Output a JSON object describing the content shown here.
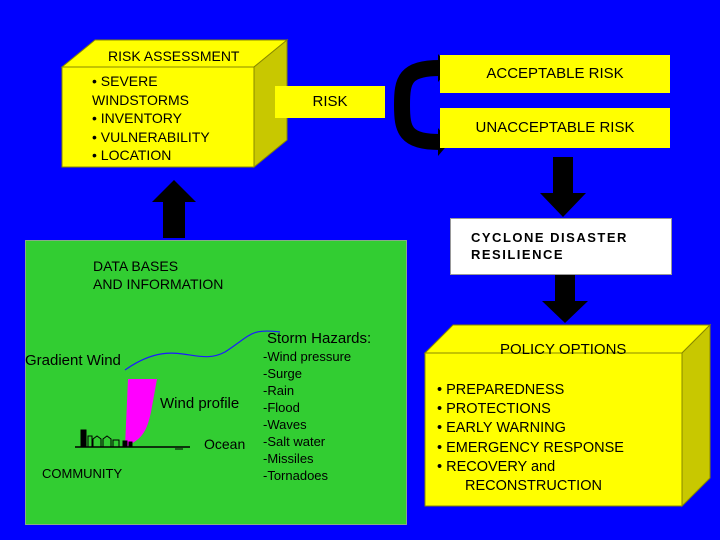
{
  "risk_assessment": {
    "title": "RISK ASSESSMENT",
    "items": [
      "• SEVERE",
      "WINDSTORMS",
      "• INVENTORY",
      "• VULNERABILITY",
      "• LOCATION"
    ]
  },
  "risk": {
    "label": "RISK"
  },
  "acceptable": {
    "label": "ACCEPTABLE RISK"
  },
  "unacceptable": {
    "label": "UNACCEPTABLE RISK"
  },
  "resilience": {
    "lines": [
      "CYCLONE DISASTER",
      "RESILIENCE"
    ]
  },
  "databases": {
    "title_lines": [
      "DATA BASES",
      "AND INFORMATION"
    ],
    "storm_title": "Storm Hazards:",
    "storm_items": [
      "-Wind pressure",
      "-Surge",
      "-Rain",
      "-Flood",
      "-Waves",
      "-Salt water",
      "-Missiles",
      "-Tornadoes"
    ],
    "gradient_wind": "Gradient Wind",
    "wind_profile": "Wind profile",
    "ocean": "Ocean",
    "community": "COMMUNITY"
  },
  "policy": {
    "title": "POLICY OPTIONS",
    "items": [
      "• PREPAREDNESS",
      "• PROTECTIONS",
      "• EARLY WARNING",
      "• EMERGENCY RESPONSE",
      "• RECOVERY and",
      "RECONSTRUCTION"
    ]
  },
  "colors": {
    "background": "#0000ff",
    "box": "#ffff00",
    "panel": "#32cd32",
    "profile": "#ff00ff",
    "arrow": "#000000"
  }
}
